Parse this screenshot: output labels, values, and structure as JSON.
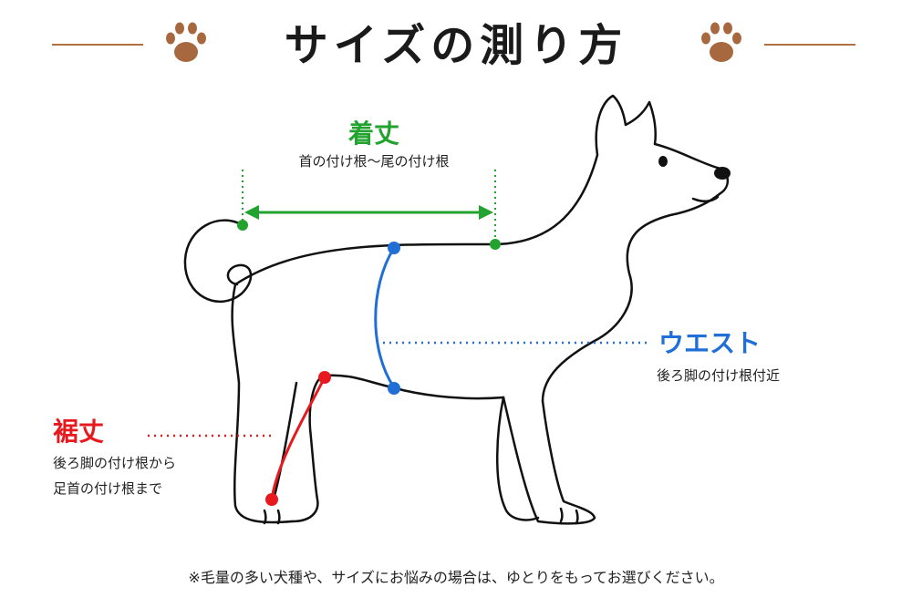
{
  "header": {
    "title": "サイズの測り方"
  },
  "colors": {
    "length": "#22a22f",
    "waist": "#1f6fd6",
    "hem": "#e8191e",
    "rule": "#b07040",
    "paw": "#a8683f",
    "outline": "#111111"
  },
  "measurements": {
    "length": {
      "label": "着丈",
      "desc": "首の付け根〜尾の付け根"
    },
    "waist": {
      "label": "ウエスト",
      "desc": "後ろ脚の付け根付近"
    },
    "hem": {
      "label": "裾丈",
      "desc_line1": "後ろ脚の付け根から",
      "desc_line2": "足首の付け根まで"
    }
  },
  "footer": {
    "note": "※毛量の多い犬種や、サイズにお悩みの場合は、ゆとりをもってお選びください。"
  }
}
